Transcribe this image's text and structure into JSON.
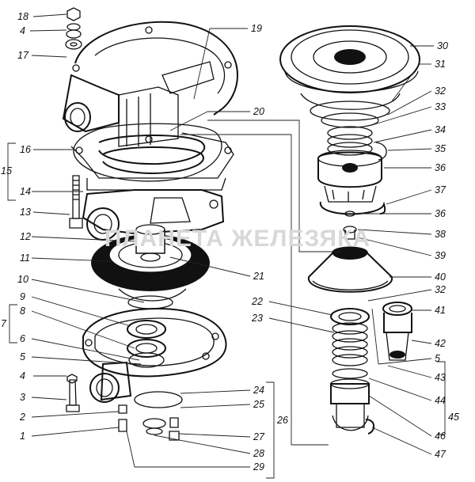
{
  "diagram": {
    "watermark": "ПЛАНЕТА ЖЕЛЕЗЯКА",
    "callouts": [
      "1",
      "2",
      "3",
      "4",
      "5",
      "6",
      "7",
      "8",
      "9",
      "10",
      "11",
      "12",
      "13",
      "14",
      "15",
      "16",
      "17",
      "18",
      "19",
      "20",
      "21",
      "22",
      "23",
      "24",
      "25",
      "26",
      "27",
      "28",
      "29",
      "30",
      "31",
      "32",
      "33",
      "34",
      "35",
      "36",
      "37",
      "38",
      "39",
      "40",
      "41",
      "42",
      "43",
      "44",
      "45",
      "46",
      "47"
    ],
    "callouts_extra": {
      "n4b": "4",
      "n5b": "5",
      "n32b": "32",
      "n36b": "36"
    }
  }
}
